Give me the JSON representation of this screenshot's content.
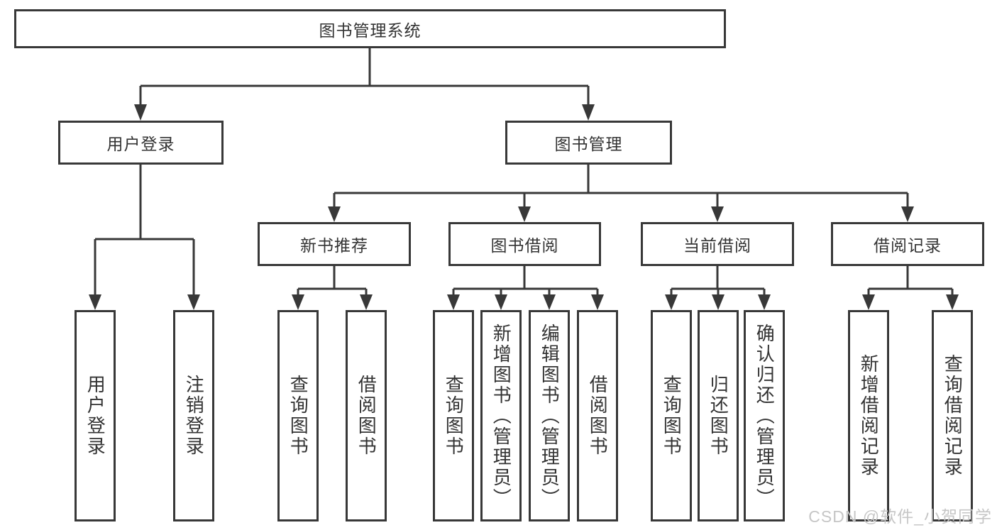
{
  "diagram": {
    "tree": {
      "label": "图书管理系统",
      "children": [
        {
          "label": "用户登录",
          "children": [
            {
              "label": "用户登录"
            },
            {
              "label": "注销登录"
            }
          ]
        },
        {
          "label": "图书管理",
          "children": [
            {
              "label": "新书推荐",
              "children": [
                {
                  "label": "查询图书"
                },
                {
                  "label": "借阅图书"
                }
              ]
            },
            {
              "label": "图书借阅",
              "children": [
                {
                  "label": "查询图书"
                },
                {
                  "label": "新增图书（管理员）"
                },
                {
                  "label": "编辑图书（管理员）"
                },
                {
                  "label": "借阅图书"
                }
              ]
            },
            {
              "label": "当前借阅",
              "children": [
                {
                  "label": "查询图书"
                },
                {
                  "label": "归还图书"
                },
                {
                  "label": "确认归还（管理员）"
                }
              ]
            },
            {
              "label": "借阅记录",
              "children": [
                {
                  "label": "新增借阅记录"
                },
                {
                  "label": "查询借阅记录"
                }
              ]
            }
          ]
        }
      ]
    },
    "colors": {
      "line": "#383838",
      "text": "#333333",
      "background": "#ffffff",
      "watermark": "#c6c6c6"
    }
  },
  "watermark": {
    "text": "CSDN @软件_小贺同学"
  }
}
